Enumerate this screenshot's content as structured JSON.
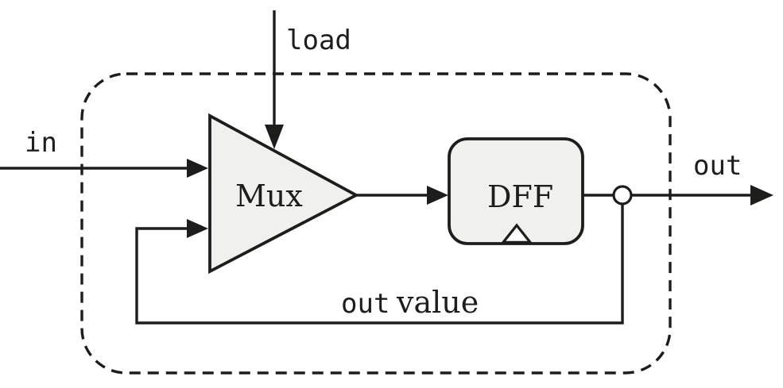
{
  "diagram": {
    "title": "register-bit-circuit",
    "type": "logic-circuit-block-diagram",
    "signals": {
      "load_label": "load",
      "in_label": "in",
      "out_label": "out",
      "feedback_label_code": "out",
      "feedback_label_text": "value"
    },
    "components": {
      "mux_label": "Mux",
      "dff_label": "DFF"
    },
    "colors": {
      "stroke": "#1d1d1b",
      "component_fill": "#f0f0ee",
      "background": "#ffffff"
    }
  }
}
